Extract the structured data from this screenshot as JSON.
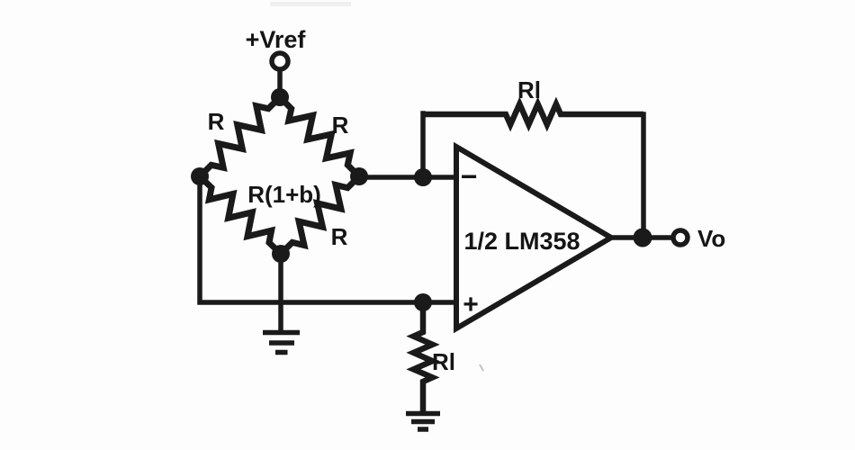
{
  "labels": {
    "vref": "+Vref",
    "r_top_left": "R",
    "r_top_right": "R",
    "r_bridge_variable": "R(1+b)",
    "r_bottom_right": "R",
    "r_feedback": "Rl",
    "r_ground": "Rl",
    "opamp": "1/2 LM358",
    "inverting_input": "−",
    "noninverting_input": "+",
    "output": "Vo"
  },
  "colors": {
    "line": "#1a1a1a",
    "text": "#151515",
    "background": "#fdfdfd"
  }
}
